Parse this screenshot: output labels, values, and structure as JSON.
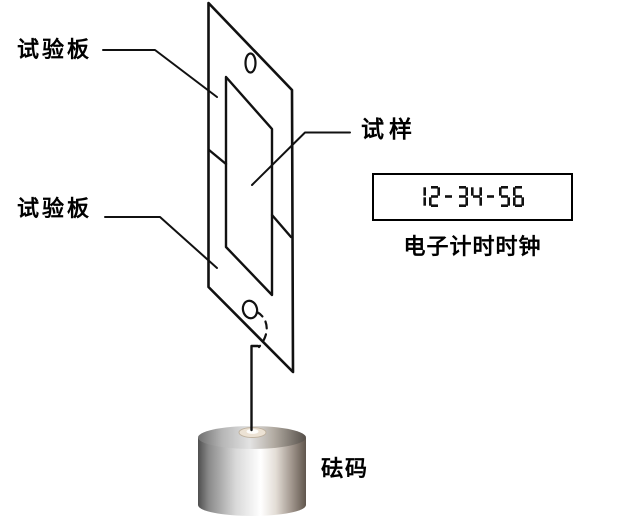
{
  "labels": {
    "test_plate_top": "试验板",
    "test_plate_bottom": "试验板",
    "specimen": "试样",
    "clock_caption": "电子计时时钟",
    "weight": "砝码"
  },
  "clock": {
    "display": "12-34-56"
  },
  "colors": {
    "line": "#111111",
    "background": "#ffffff",
    "digit": "#111111",
    "metal_dark_left": "#4f4f4f",
    "metal_highlight": "#ffffff",
    "metal_bronze_right": "#60564d",
    "hole_beige": "#ece2d4"
  }
}
